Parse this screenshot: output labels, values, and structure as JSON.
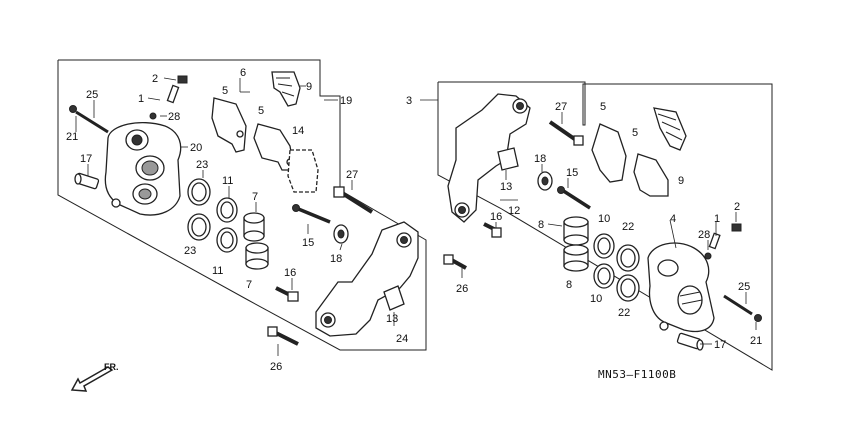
{
  "diagram": {
    "code": "MN53–F1100B",
    "direction_label": "FR.",
    "labels": [
      {
        "id": "l-left-2",
        "text": "2"
      },
      {
        "id": "l-left-1",
        "text": "1"
      },
      {
        "id": "l-left-28",
        "text": "28"
      },
      {
        "id": "l-left-25",
        "text": "25"
      },
      {
        "id": "l-left-21",
        "text": "21"
      },
      {
        "id": "l-left-20",
        "text": "20"
      },
      {
        "id": "l-left-17",
        "text": "17"
      },
      {
        "id": "l-left-23a",
        "text": "23"
      },
      {
        "id": "l-left-23b",
        "text": "23"
      },
      {
        "id": "l-left-11a",
        "text": "11"
      },
      {
        "id": "l-left-11b",
        "text": "11"
      },
      {
        "id": "l-left-7a",
        "text": "7"
      },
      {
        "id": "l-left-7b",
        "text": "7"
      },
      {
        "id": "l-left-6",
        "text": "6"
      },
      {
        "id": "l-left-5a",
        "text": "5"
      },
      {
        "id": "l-left-5b",
        "text": "5"
      },
      {
        "id": "l-left-9",
        "text": "9"
      },
      {
        "id": "l-left-14",
        "text": "14"
      },
      {
        "id": "l-left-19",
        "text": "19"
      },
      {
        "id": "l-left-27",
        "text": "27"
      },
      {
        "id": "l-left-15",
        "text": "15"
      },
      {
        "id": "l-left-18",
        "text": "18"
      },
      {
        "id": "l-left-16",
        "text": "16"
      },
      {
        "id": "l-left-13",
        "text": "13"
      },
      {
        "id": "l-left-24",
        "text": "24"
      },
      {
        "id": "l-left-26",
        "text": "26"
      },
      {
        "id": "l-right-3",
        "text": "3"
      },
      {
        "id": "l-right-27",
        "text": "27"
      },
      {
        "id": "l-right-5a",
        "text": "5"
      },
      {
        "id": "l-right-5b",
        "text": "5"
      },
      {
        "id": "l-right-9",
        "text": "9"
      },
      {
        "id": "l-right-18",
        "text": "18"
      },
      {
        "id": "l-right-15",
        "text": "15"
      },
      {
        "id": "l-right-13",
        "text": "13"
      },
      {
        "id": "l-right-12",
        "text": "12"
      },
      {
        "id": "l-right-16",
        "text": "16"
      },
      {
        "id": "l-right-8a",
        "text": "8"
      },
      {
        "id": "l-right-8b",
        "text": "8"
      },
      {
        "id": "l-right-10a",
        "text": "10"
      },
      {
        "id": "l-right-10b",
        "text": "10"
      },
      {
        "id": "l-right-22a",
        "text": "22"
      },
      {
        "id": "l-right-22b",
        "text": "22"
      },
      {
        "id": "l-right-4",
        "text": "4"
      },
      {
        "id": "l-right-1",
        "text": "1"
      },
      {
        "id": "l-right-2",
        "text": "2"
      },
      {
        "id": "l-right-28",
        "text": "28"
      },
      {
        "id": "l-right-25",
        "text": "25"
      },
      {
        "id": "l-right-17",
        "text": "17"
      },
      {
        "id": "l-right-21",
        "text": "21"
      },
      {
        "id": "l-right-26",
        "text": "26"
      }
    ]
  }
}
